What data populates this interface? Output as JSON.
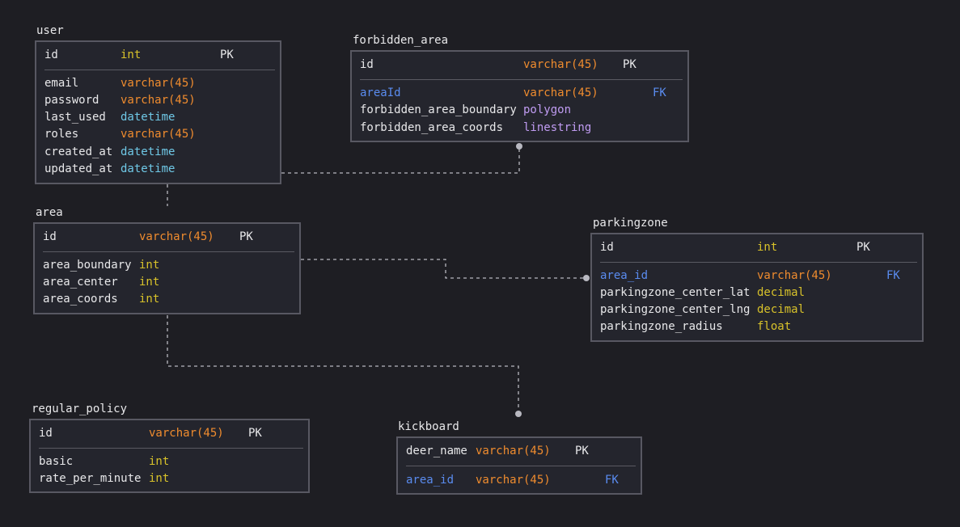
{
  "colors": {
    "background": "#1e1e23",
    "box_border": "#585862",
    "text": "#e8e8ea",
    "fk": "#5a8cf0",
    "varchar": "#f08c2e",
    "int": "#d8c22a",
    "datetime": "#6fc8e6",
    "geometry": "#c09cf2",
    "connector": "#b8b8c0"
  },
  "entities": {
    "user": {
      "title": "user",
      "pk": {
        "name": "id",
        "type": "int",
        "tag": "PK"
      },
      "cols": [
        {
          "name": "email",
          "type": "varchar(45)"
        },
        {
          "name": "password",
          "type": "varchar(45)"
        },
        {
          "name": "last_used",
          "type": "datetime"
        },
        {
          "name": "roles",
          "type": "varchar(45)"
        },
        {
          "name": "created_at",
          "type": "datetime"
        },
        {
          "name": "updated_at",
          "type": "datetime"
        }
      ]
    },
    "forbidden_area": {
      "title": "forbidden_area",
      "pk": {
        "name": "id",
        "type": "varchar(45)",
        "tag": "PK"
      },
      "cols": [
        {
          "name": "areaId",
          "type": "varchar(45)",
          "tag": "FK"
        },
        {
          "name": "forbidden_area_boundary",
          "type": "polygon"
        },
        {
          "name": "forbidden_area_coords",
          "type": "linestring"
        }
      ]
    },
    "area": {
      "title": "area",
      "pk": {
        "name": "id",
        "type": "varchar(45)",
        "tag": "PK"
      },
      "cols": [
        {
          "name": "area_boundary",
          "type": "int"
        },
        {
          "name": "area_center",
          "type": "int"
        },
        {
          "name": "area_coords",
          "type": "int"
        }
      ]
    },
    "parkingzone": {
      "title": "parkingzone",
      "pk": {
        "name": "id",
        "type": "int",
        "tag": "PK"
      },
      "cols": [
        {
          "name": "area_id",
          "type": "varchar(45)",
          "tag": "FK"
        },
        {
          "name": "parkingzone_center_lat",
          "type": "decimal"
        },
        {
          "name": "parkingzone_center_lng",
          "type": "decimal"
        },
        {
          "name": "parkingzone_radius",
          "type": "float"
        }
      ]
    },
    "regular_policy": {
      "title": "regular_policy",
      "pk": {
        "name": "id",
        "type": "varchar(45)",
        "tag": "PK"
      },
      "cols": [
        {
          "name": "basic",
          "type": "int"
        },
        {
          "name": "rate_per_minute",
          "type": "int"
        }
      ]
    },
    "kickboard": {
      "title": "kickboard",
      "pk": {
        "name": "deer_name",
        "type": "varchar(45)",
        "tag": "PK"
      },
      "cols": [
        {
          "name": "area_id",
          "type": "varchar(45)",
          "tag": "FK"
        }
      ]
    }
  },
  "relations": [
    {
      "from": "user",
      "to": "area"
    },
    {
      "from": "user",
      "to": "forbidden_area"
    },
    {
      "from": "area",
      "to": "parkingzone"
    },
    {
      "from": "area",
      "to": "kickboard"
    }
  ]
}
